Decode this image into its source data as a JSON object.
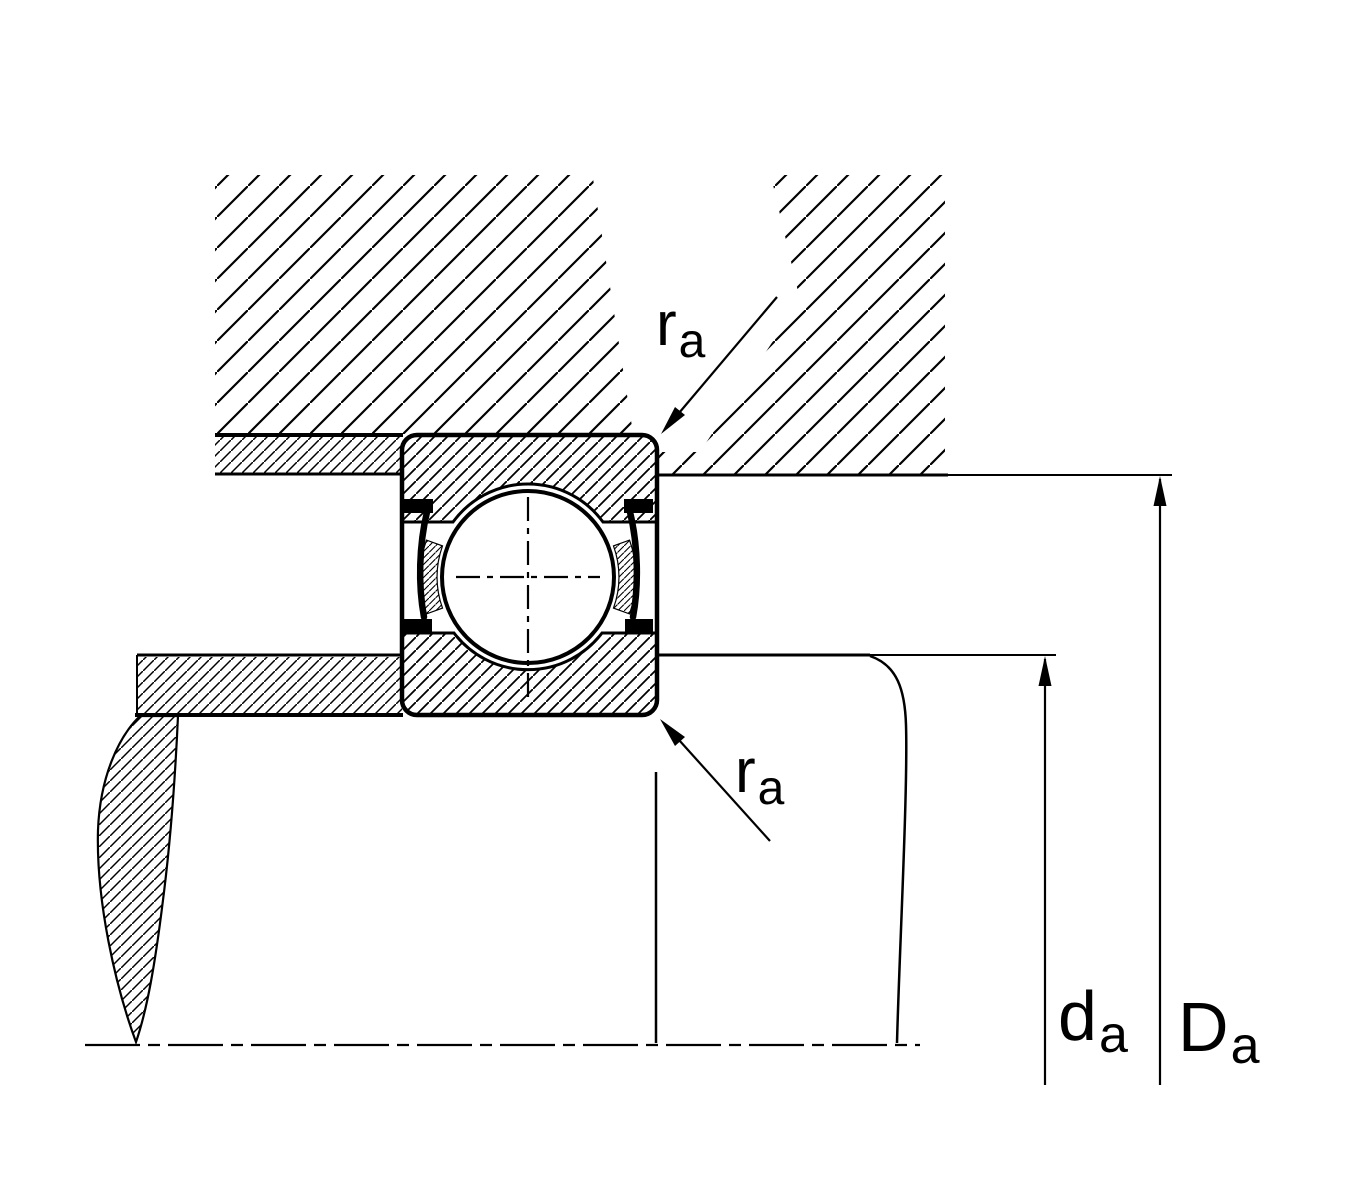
{
  "figure": {
    "type": "technical-section-drawing",
    "subject": "deep-groove-ball-bearing-mounting-cross-section"
  },
  "labels": {
    "fillet_top": {
      "base": "r",
      "sub": "a"
    },
    "fillet_bottom": {
      "base": "r",
      "sub": "a"
    },
    "shaft_abutment_diameter": {
      "base": "d",
      "sub": "a"
    },
    "housing_abutment_diameter": {
      "base": "D",
      "sub": "a"
    }
  },
  "colors": {
    "line": "#000000",
    "background": "#ffffff",
    "seal": "#000000"
  }
}
